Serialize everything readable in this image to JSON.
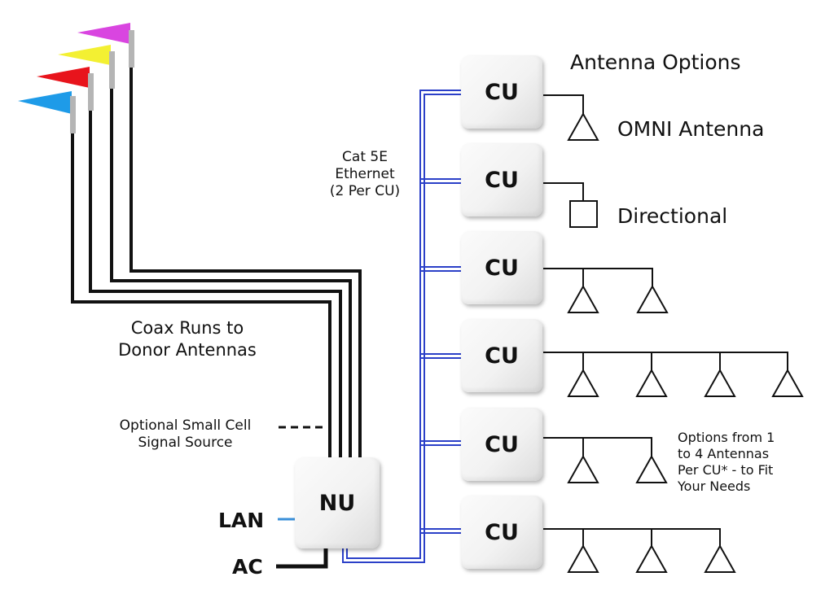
{
  "labels": {
    "antenna_options": "Antenna Options",
    "omni": "OMNI Antenna",
    "directional": "Directional",
    "ethernet_l1": "Cat 5E",
    "ethernet_l2": "Ethernet",
    "ethernet_l3": "(2 Per CU)",
    "coax_l1": "Coax Runs to",
    "coax_l2": "Donor Antennas",
    "small_cell_l1": "Optional Small Cell",
    "small_cell_l2": "Signal Source",
    "options_l1": "Options from 1",
    "options_l2": "to 4 Antennas",
    "options_l3": "Per CU* - to Fit",
    "options_l4": "Your Needs",
    "lan": "LAN",
    "ac": "AC"
  },
  "units": {
    "nu": "NU",
    "cu": [
      "CU",
      "CU",
      "CU",
      "CU",
      "CU",
      "CU"
    ]
  },
  "colors": {
    "flags": [
      "#1e9be8",
      "#e8141c",
      "#f3f032",
      "#d945e0"
    ],
    "ethernet": "#2b40c8",
    "lan": "#3a8fd9",
    "coax": "#111111"
  },
  "antennas_per_cu": [
    1,
    1,
    2,
    4,
    2,
    3
  ],
  "antenna_types": [
    "omni",
    "directional",
    "omni",
    "omni",
    "omni",
    "omni"
  ]
}
